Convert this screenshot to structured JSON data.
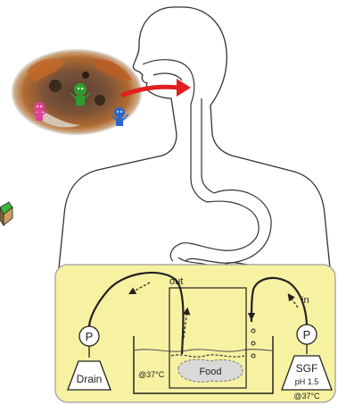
{
  "labels": {
    "out": "out",
    "in": "in",
    "pump_left": "P",
    "pump_right": "P",
    "drain": "Drain",
    "food": "Food",
    "temp_left": "@37°C",
    "sgf": "SGF",
    "sgf_ph": "pH 1.5",
    "temp_right": "@37°C"
  },
  "colors": {
    "panel_fill": "#f7f2a2",
    "panel_stroke": "#9a9a9a",
    "body_outline": "#333333",
    "arrow_red": "#e02020",
    "food_fill": "#d9d9d9",
    "liquid_line": "#555555",
    "tube": "#222222",
    "character_pink": "#e0409a",
    "character_green": "#2f9b2f",
    "character_blue": "#2a68c8"
  }
}
